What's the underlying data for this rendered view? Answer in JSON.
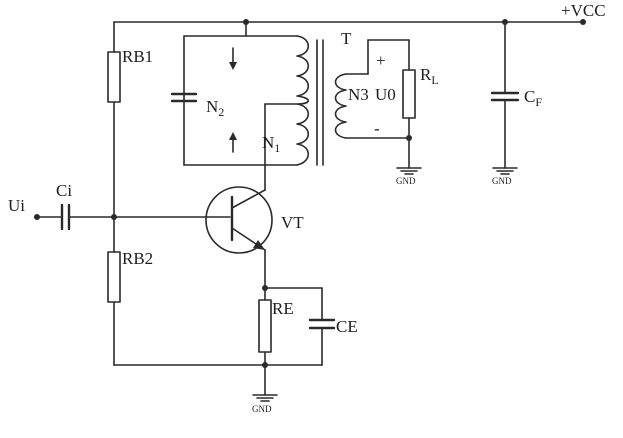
{
  "labels": {
    "vcc": "+VCC",
    "rb1": "RB1",
    "rb2": "RB2",
    "ui": "Ui",
    "ci": "Ci",
    "transformer": "T",
    "n2_main": "N",
    "n2_sub": "2",
    "n1_main": "N",
    "n1_sub": "1",
    "n3": "N3",
    "u0": "U0",
    "rl_main": "R",
    "rl_sub": "L",
    "cf_main": "C",
    "cf_sub": "F",
    "vt": "VT",
    "re": "RE",
    "ce": "CE",
    "plus": "+",
    "minus": "-",
    "gnd": "GND"
  },
  "colors": {
    "ink": "#2a2a2a",
    "background": "#ffffff"
  }
}
